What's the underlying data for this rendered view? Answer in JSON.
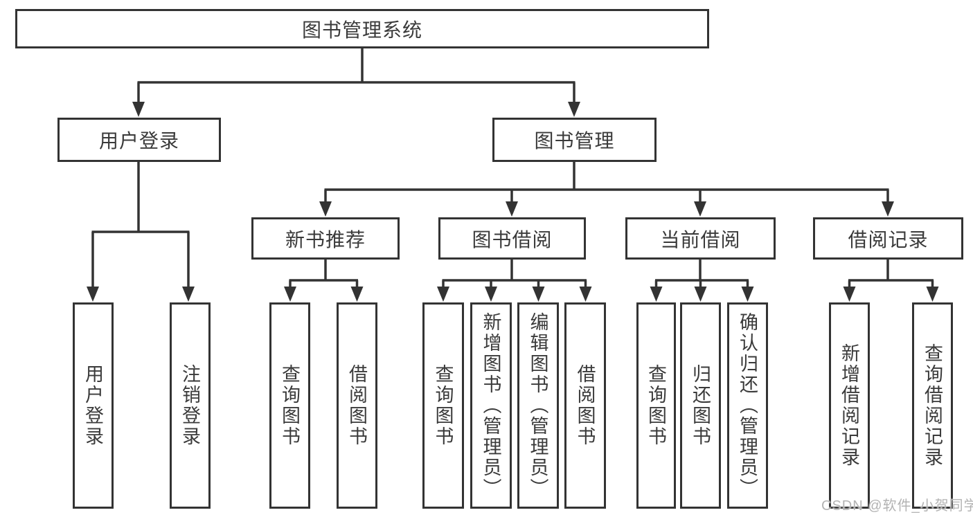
{
  "diagram": {
    "root": {
      "label": "图书管理系统"
    },
    "branches": [
      {
        "label": "用户登录",
        "children": [
          {
            "label": "用户登录"
          },
          {
            "label": "注销登录"
          }
        ]
      },
      {
        "label": "图书管理",
        "children": [
          {
            "label": "新书推荐",
            "children": [
              {
                "label": "查询图书"
              },
              {
                "label": "借阅图书"
              }
            ]
          },
          {
            "label": "图书借阅",
            "children": [
              {
                "label": "查询图书"
              },
              {
                "label": "新增图书（管理员）"
              },
              {
                "label": "编辑图书（管理员）"
              },
              {
                "label": "借阅图书"
              }
            ]
          },
          {
            "label": "当前借阅",
            "children": [
              {
                "label": "查询图书"
              },
              {
                "label": "归还图书"
              },
              {
                "label": "确认归还（管理员）"
              }
            ]
          },
          {
            "label": "借阅记录",
            "children": [
              {
                "label": "新增借阅记录"
              },
              {
                "label": "查询借阅记录"
              }
            ]
          }
        ]
      }
    ]
  },
  "watermark": {
    "text": "CSDN @软件_小贺同学"
  },
  "colors": {
    "line": "#333333",
    "text": "#3a3a3a",
    "background": "#ffffff",
    "watermark": "#b3b3b3"
  }
}
